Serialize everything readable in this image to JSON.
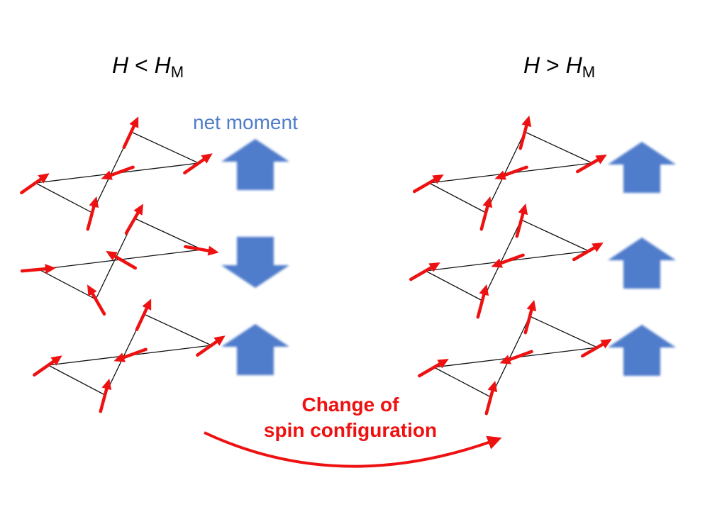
{
  "left_condition": {
    "var": "H",
    "op": "<",
    "field": "H",
    "sub": "M"
  },
  "right_condition": {
    "var": "H",
    "op": ">",
    "field": "H",
    "sub": "M"
  },
  "net_moment_label": "net moment",
  "caption": {
    "line1": "Change of",
    "line2": "spin configuration"
  },
  "colors": {
    "spin": "#ee1111",
    "moment": "#4f7ccb",
    "caption": "#ee1111",
    "net_label": "#4f7ccb",
    "bond": "#111111"
  },
  "left_moments": [
    "up",
    "down",
    "up"
  ],
  "right_moments": [
    "up",
    "up",
    "up"
  ]
}
